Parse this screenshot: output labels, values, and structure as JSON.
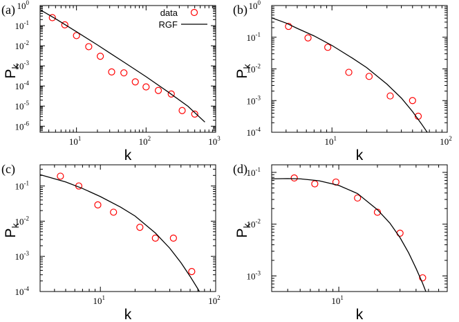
{
  "chart_data": [
    {
      "type": "scatter",
      "panel_label": "(a)",
      "xlabel": "k",
      "ylabel_main": "P",
      "ylabel_sub": "k",
      "x_scale": "log",
      "y_scale": "log",
      "xlim": [
        3,
        1000
      ],
      "ylim": [
        5e-07,
        1
      ],
      "x_ticks": [
        {
          "base": "10",
          "exp": "1",
          "value": 10
        },
        {
          "base": "10",
          "exp": "2",
          "value": 100
        },
        {
          "base": "10",
          "exp": "3",
          "value": 1000
        }
      ],
      "y_ticks": [
        {
          "base": "10",
          "exp": "-6",
          "value": 1e-06
        },
        {
          "base": "10",
          "exp": "-5",
          "value": 1e-05
        },
        {
          "base": "10",
          "exp": "-4",
          "value": 0.0001
        },
        {
          "base": "10",
          "exp": "-3",
          "value": 0.001
        },
        {
          "base": "10",
          "exp": "-2",
          "value": 0.01
        },
        {
          "base": "10",
          "exp": "-1",
          "value": 0.1
        },
        {
          "base": "10",
          "exp": "0",
          "value": 1
        }
      ],
      "legend": {
        "position": "top-right",
        "entries": [
          {
            "label": "data",
            "kind": "marker"
          },
          {
            "label": "RGF",
            "kind": "line"
          }
        ]
      },
      "series": [
        {
          "name": "data",
          "kind": "marker",
          "color": "#ff0000",
          "x": [
            4.5,
            6.8,
            10,
            15,
            22,
            32,
            48,
            70,
            100,
            150,
            230,
            330,
            500
          ],
          "y": [
            0.25,
            0.11,
            0.032,
            0.009,
            0.003,
            0.0005,
            0.00045,
            0.00016,
            9e-05,
            6e-05,
            4e-05,
            6e-06,
            4e-06
          ]
        },
        {
          "name": "RGF",
          "kind": "line",
          "color": "#000000",
          "x": [
            3,
            5,
            10,
            20,
            30,
            50,
            100,
            200,
            400,
            700
          ],
          "y": [
            0.62,
            0.22,
            0.05,
            0.011,
            0.0044,
            0.0014,
            0.00029,
            5.5e-05,
            9.8e-06,
            1.6e-06
          ]
        }
      ]
    },
    {
      "type": "scatter",
      "panel_label": "(b)",
      "xlabel": "k",
      "ylabel_main": "P",
      "ylabel_sub": "k",
      "x_scale": "log",
      "y_scale": "log",
      "xlim": [
        3,
        100
      ],
      "ylim": [
        0.0001,
        1
      ],
      "x_ticks": [
        {
          "base": "10",
          "exp": "1",
          "value": 10
        },
        {
          "base": "10",
          "exp": "2",
          "value": 100
        }
      ],
      "y_ticks": [
        {
          "base": "10",
          "exp": "-4",
          "value": 0.0001
        },
        {
          "base": "10",
          "exp": "-3",
          "value": 0.001
        },
        {
          "base": "10",
          "exp": "-2",
          "value": 0.01
        },
        {
          "base": "10",
          "exp": "-1",
          "value": 0.1
        },
        {
          "base": "10",
          "exp": "0",
          "value": 1
        }
      ],
      "series": [
        {
          "name": "data",
          "kind": "marker",
          "color": "#ff0000",
          "x": [
            4.2,
            6.2,
            9.2,
            14,
            21,
            32,
            50,
            56
          ],
          "y": [
            0.22,
            0.095,
            0.048,
            0.0078,
            0.0058,
            0.0014,
            0.001,
            0.00032
          ]
        },
        {
          "name": "RGF",
          "kind": "line",
          "color": "#000000",
          "x": [
            3,
            4,
            5,
            7,
            10,
            15,
            20,
            30,
            40,
            50,
            60,
            67
          ],
          "y": [
            0.41,
            0.28,
            0.19,
            0.11,
            0.055,
            0.022,
            0.011,
            0.0033,
            0.0012,
            0.00045,
            0.00018,
            0.0001
          ]
        }
      ]
    },
    {
      "type": "scatter",
      "panel_label": "(c)",
      "xlabel": "k",
      "ylabel_main": "P",
      "ylabel_sub": "k",
      "x_scale": "log",
      "y_scale": "log",
      "xlim": [
        3,
        100
      ],
      "ylim": [
        0.0001,
        0.4
      ],
      "x_ticks": [
        {
          "base": "10",
          "exp": "1",
          "value": 10
        },
        {
          "base": "10",
          "exp": "2",
          "value": 100
        }
      ],
      "y_ticks": [
        {
          "base": "10",
          "exp": "-4",
          "value": 0.0001
        },
        {
          "base": "10",
          "exp": "-3",
          "value": 0.001
        },
        {
          "base": "10",
          "exp": "-2",
          "value": 0.01
        },
        {
          "base": "10",
          "exp": "-1",
          "value": 0.1
        }
      ],
      "series": [
        {
          "name": "data",
          "kind": "marker",
          "color": "#ff0000",
          "x": [
            4.5,
            6.5,
            9.5,
            13,
            22,
            30,
            43,
            62
          ],
          "y": [
            0.19,
            0.1,
            0.029,
            0.018,
            0.0067,
            0.0033,
            0.0033,
            0.00037
          ]
        },
        {
          "name": "RGF",
          "kind": "line",
          "color": "#000000",
          "x": [
            3,
            5,
            7,
            10,
            15,
            20,
            30,
            40,
            50,
            60,
            70,
            75
          ],
          "y": [
            0.21,
            0.13,
            0.085,
            0.05,
            0.025,
            0.014,
            0.0046,
            0.0017,
            0.00066,
            0.00027,
            0.00012,
            8e-05
          ]
        }
      ]
    },
    {
      "type": "scatter",
      "panel_label": "(d)",
      "xlabel": "k",
      "ylabel_main": "P",
      "ylabel_sub": "k",
      "x_scale": "log",
      "y_scale": "log",
      "xlim": [
        3,
        70
      ],
      "ylim": [
        0.0005,
        0.14
      ],
      "x_ticks": [
        {
          "base": "10",
          "exp": "1",
          "value": 10
        }
      ],
      "y_ticks": [
        {
          "base": "10",
          "exp": "-3",
          "value": 0.001
        },
        {
          "base": "10",
          "exp": "-2",
          "value": 0.01
        },
        {
          "base": "10",
          "exp": "-1",
          "value": 0.1
        }
      ],
      "series": [
        {
          "name": "data",
          "kind": "marker",
          "color": "#ff0000",
          "x": [
            4.5,
            6.5,
            9.5,
            14,
            20,
            30,
            45
          ],
          "y": [
            0.078,
            0.06,
            0.065,
            0.032,
            0.017,
            0.0067,
            0.00092
          ]
        },
        {
          "name": "RGF",
          "kind": "line",
          "color": "#000000",
          "x": [
            3,
            4,
            5,
            7,
            10,
            14,
            20,
            25,
            30,
            35,
            40,
            45,
            50,
            52
          ],
          "y": [
            0.075,
            0.076,
            0.075,
            0.069,
            0.056,
            0.039,
            0.019,
            0.0105,
            0.0055,
            0.0028,
            0.0014,
            0.00072,
            0.00037,
            0.0003
          ]
        }
      ]
    }
  ]
}
